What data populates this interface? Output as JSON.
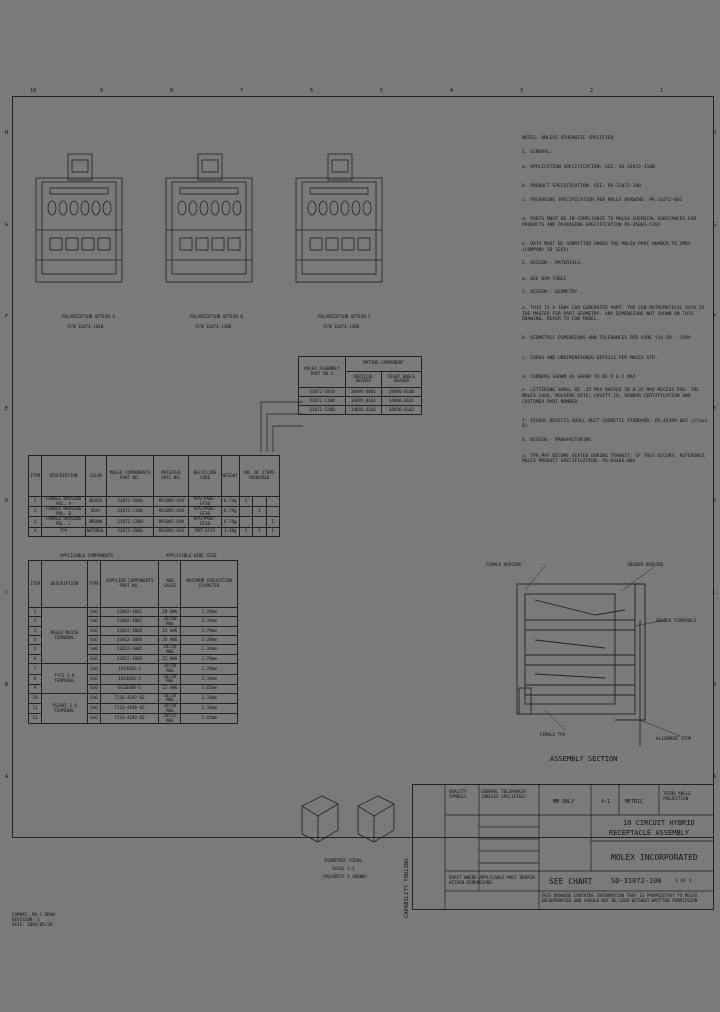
{
  "zones_top": [
    "10",
    "9",
    "8",
    "7",
    "6",
    "5",
    "4",
    "3",
    "2",
    "1"
  ],
  "zones_side": [
    "H",
    "G",
    "F",
    "E",
    "D",
    "C",
    "B",
    "A"
  ],
  "polarization": [
    {
      "label": "POLARIZATION OPTION A",
      "pn": "P/N 31072-1010"
    },
    {
      "label": "POLARIZATION OPTION B",
      "pn": "P/N 31072-1100"
    },
    {
      "label": "POLARIZATION OPTION C",
      "pn": "P/N 31072-1200"
    }
  ],
  "mating": {
    "header_left": "MOLEX ASSEMBLY PART NO.S",
    "header_group": "MATING COMPONENT",
    "header_vert": "VERTICAL HEADER",
    "header_ra": "RIGHT ANGLE HEADER",
    "rows": [
      [
        "31072-1010",
        "34695-0001",
        "34696-0100"
      ],
      [
        "31072-1100",
        "34695-0101",
        "34696-0101"
      ],
      [
        "31072-1200",
        "34695-0102",
        "34696-0102"
      ]
    ]
  },
  "bom": {
    "headers": [
      "ITEM",
      "DESCRIPTION",
      "COLOR",
      "MOLEX COMPONENTS PART NO.",
      "MATERIAL SPEC.NO.",
      "RECYCLING CODE",
      "WEIGHT",
      "NO. OF ITEMS REQUIRED"
    ],
    "rows": [
      [
        "1",
        "FEMALE HOUSING POL. A",
        "BLACK",
        "31072-1000",
        "MX1092-XXX",
        "SPS/PA66-GF30",
        "6.74g",
        "1",
        "",
        ""
      ],
      [
        "2",
        "FEMALE HOUSING POL. B",
        "GRAY",
        "31072-1100",
        "MX1092-XXX",
        "SPS/PA66-GF30",
        "6.74g",
        "",
        "1",
        ""
      ],
      [
        "3",
        "FEMALE HOUSING POL. C",
        "BROWN",
        "31072-1200",
        "MX1092-XXX",
        "SPS/PA66-GF30",
        "6.74g",
        "",
        "",
        "1"
      ],
      [
        "4",
        "TPA",
        "NATURAL",
        "31073-1000",
        "MX1092-XXX",
        "PBT-GF15",
        "1.38g",
        "1",
        "1",
        "1"
      ]
    ]
  },
  "components": {
    "title_left": "APPLICABLE COMPONENTS",
    "title_right": "APPLICABLE WIRE SIZE",
    "headers": [
      "ITEM",
      "DESCRIPTION",
      "TYPE",
      "SUPPLIER COMPONENTS PART NO.",
      "AWG GAUGE",
      "MAXIMUM INSULATION DIAMETER"
    ],
    "rows": [
      [
        "1",
        "SnO",
        "33002-3001",
        "20 AWG",
        "2.20mm"
      ],
      [
        "2",
        "SnO",
        "33002-3002",
        "18/20 AWG",
        "2.34mm"
      ],
      [
        "3",
        "SnO",
        "33012-3003",
        "22 AWG",
        "1.70mm"
      ],
      [
        "4",
        "SnO",
        "33012-3004",
        "20 AWG",
        "2.20mm"
      ],
      [
        "5",
        "SnO",
        "33012-3005",
        "18/20 AWG",
        "2.34mm"
      ],
      [
        "6",
        "SnO",
        "33012-3006",
        "22 AWG",
        "1.70mm"
      ],
      [
        "7",
        "SnO",
        "1924836-4",
        "18/20 AWG",
        "2.20mm"
      ],
      [
        "8",
        "SnO",
        "1924836-5",
        "18/20 AWG",
        "2.34mm"
      ],
      [
        "9",
        "SnO",
        "0326400-1",
        "22 AWG",
        "1.65mm"
      ],
      [
        "10",
        "SnO",
        "7116-4192-02",
        "18/20 AWG",
        "2.34mm"
      ],
      [
        "11",
        "SnO",
        "7116-4190-02",
        "18/20 AWG",
        "2.34mm"
      ],
      [
        "12",
        "SnO",
        "7116-4192-02",
        "20/22 AWG",
        "1.65mm"
      ]
    ],
    "groups": [
      "MOLEX MX150 TERMINAL",
      "TYCO 2.8 TERMINAL",
      "YAZAKI 2.8 TERMINAL"
    ]
  },
  "notes": [
    "NOTES: UNLESS OTHERWISE SPECIFIED",
    "1. GENERAL:",
    "a. APPLICATION SPECIFICATION: SEE: AS-31072-1100",
    "b. PRODUCT SPECIFICATION: SEE: PS-31072-100",
    "c. PACKAGING SPECIFICATION PER MOLEX DRAWING: PK-31072-001",
    "d. PARTS MUST BE IN COMPLIANCE TO MOLEX CHEMICAL SUBSTANCES FOR PRODUCTS AND PACKAGING SPECIFICATION PS-45001-5265",
    "e. DATA MUST BE SUBMITTED UNDER THE MOLEX PART NUMBER TO IMDS (COMPANY ID 3265)",
    "2. DESIGN - MATERIALS:",
    "a. SEE BOM TABLE",
    "3. DESIGN - GEOMETRY",
    "a. THIS IS A 100% CAD GENERATED PART. THE CAD MATHEMATICAL DATA IS THE MASTER FOR PART GEOMETRY. ANY DIMENSIONS NOT SHOWN ON THIS DRAWING, REFER TO CAD MODEL.",
    "b. GEOMETRIC DIMENSIONS AND TOLERANCES PER ASME Y14.5M - 1994",
    "c. CODES AND UNDIMENSIONED DETAILS PER MOLEX STD.",
    "d. CORNERS SHOWN AS SHARP TO BE R 0.2 MAX",
    "e. LETTERING SHALL BE .15 MAX RAISED IN 0.25 MAX RECESS PAD. THE MOLEX LOGO, MOLDING DATE, CAVITY ID, VENDOR CERTIFICATION AND CUSTOMER PART NUMBER",
    "f. VISUAL DEFECTS SHALL MEET COSMETIC STANDARD: PS-45499-002 (Class B)",
    "4. DESIGN - MANUFACTURING",
    "a. TPA MAY BECOME SEATED DURING TRANSIT. IF THIS OCCURS, REFERENCE MOLEX PRODUCT SPECIFICATION: PS-64466-001"
  ],
  "section": {
    "title": "ASSEMBLY SECTION",
    "labels": [
      "FEMALE HOUSING",
      "HEADER HOUSING",
      "HEADER TERMINALS",
      "FEMALE TPA",
      "ALIGNMENT STOP"
    ]
  },
  "iso": {
    "lines": [
      "ISOMETRIC VIEWS",
      "SCALE 1:1",
      "(POLARITY A SHOWN)"
    ]
  },
  "titleblock": {
    "qual": "QUALITY SYMBOLS",
    "tol": "GENERAL TOLERANCES (UNLESS SPECIFIED)",
    "scale": "MM ONLY",
    "sheet": "4:1",
    "metric": "METRIC",
    "third": "THIRD ANGLE PROJECTION",
    "title1": "10 CIRCUIT HYBRID",
    "title2": "RECEPTACLE ASSEMBLY",
    "company": "MOLEX INCORPORATED",
    "chart": "SEE CHART",
    "docno": "SD-31072-100",
    "sheetno": "1 OF 2",
    "prop": "THIS DRAWING CONTAINS INFORMATION THAT IS PROPRIETARY TO MOLEX INCORPORATED AND SHOULD NOT BE USED WITHOUT WRITTEN PERMISSION",
    "draft": "DRAFT WHERE APPLICABLE MUST REMAIN WITHIN DIMENSIONS",
    "side": "CAPABILITY TOOLING",
    "format": "FORMAT: MX-C-DRAW\nREVISION: G\nDATE: 2009/05/20"
  }
}
